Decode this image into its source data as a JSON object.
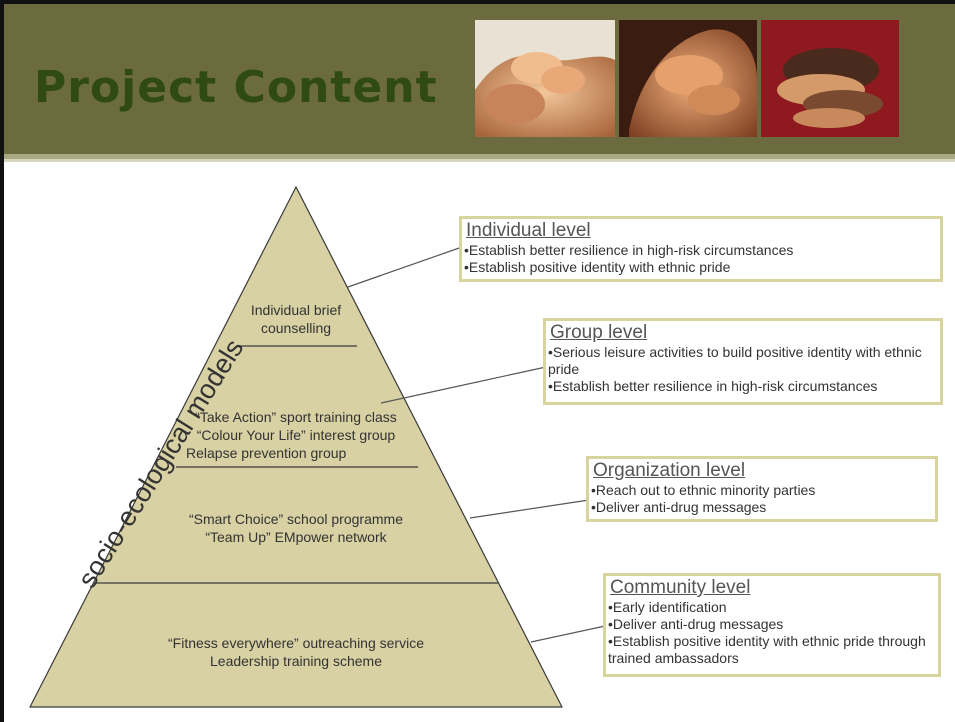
{
  "header": {
    "title": "Project Content",
    "photos": [
      "hands-photo-1",
      "hands-photo-2",
      "hands-photo-3"
    ]
  },
  "pyramid": {
    "side_label": "socio-ecological models",
    "tiers": [
      {
        "lines": [
          "Individual brief",
          "counselling"
        ]
      },
      {
        "lines": [
          "“Take Action” sport training class",
          "“Colour Your Life” interest group",
          "Relapse prevention group"
        ]
      },
      {
        "lines": [
          "“Smart Choice” school programme",
          "“Team Up” EMpower network"
        ]
      },
      {
        "lines": [
          "“Fitness everywhere” outreaching service",
          "Leadership training scheme"
        ]
      }
    ]
  },
  "levels": [
    {
      "heading": "Individual level",
      "items": [
        "•Establish better resilience in high-risk circumstances",
        "•Establish positive identity with ethnic pride"
      ]
    },
    {
      "heading": "Group level",
      "items": [
        "•Serious leisure activities to build positive identity with ethnic pride",
        "•Establish better resilience in high-risk circumstances"
      ]
    },
    {
      "heading": "Organization level",
      "items": [
        "•Reach out to ethnic minority parties",
        "•Deliver anti-drug messages"
      ]
    },
    {
      "heading": "Community level",
      "items": [
        "•Early identification",
        "•Deliver anti-drug messages",
        "•Establish positive identity with ethnic pride through trained ambassadors"
      ]
    }
  ],
  "colors": {
    "banner": "#6b6b3f",
    "title": "#2f4a14",
    "pyramid_fill": "#d8d1a3",
    "box_border": "#d7d49e"
  }
}
